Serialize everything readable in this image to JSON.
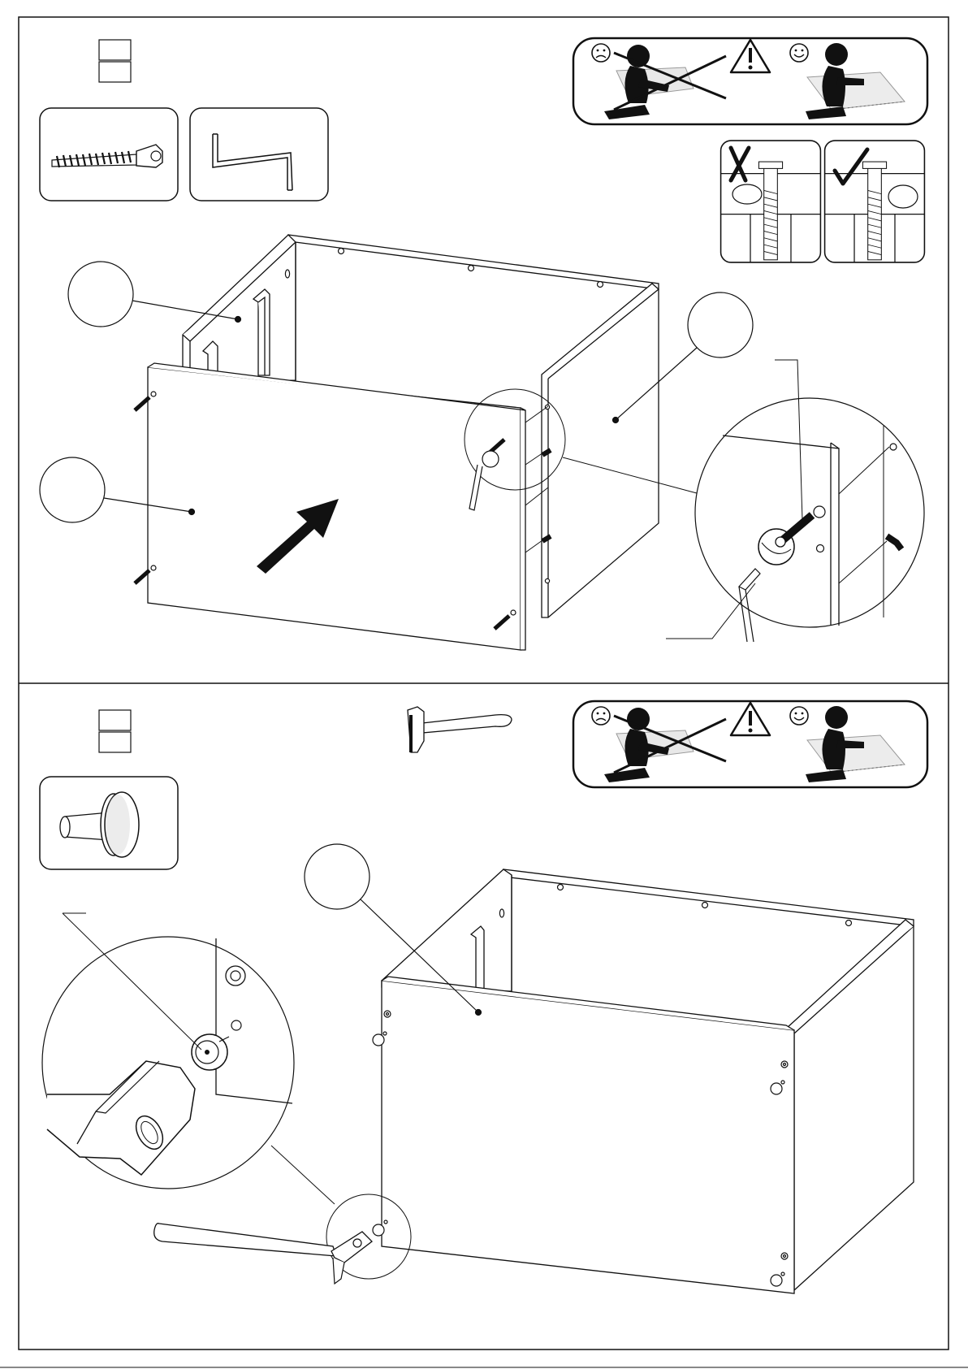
{
  "page": {
    "background": "#ffffff",
    "ink": "#111111",
    "panel_fill": "#ffffff",
    "shade": "#d9d9d9"
  },
  "steps": [
    {
      "name": "step-1",
      "tools": [
        "allen-key"
      ],
      "parts": [
        "cam-screw-icon",
        "allen-key-icon"
      ],
      "warnings": [
        "wrong-posture-icon",
        "correct-posture-icon",
        "wrong-screw-depth-icon",
        "correct-screw-depth-icon"
      ]
    },
    {
      "name": "step-2",
      "tools": [
        "hammer"
      ],
      "parts": [
        "wooden-dowel-cap-icon"
      ],
      "warnings": [
        "wrong-posture-icon",
        "correct-posture-icon"
      ]
    }
  ]
}
